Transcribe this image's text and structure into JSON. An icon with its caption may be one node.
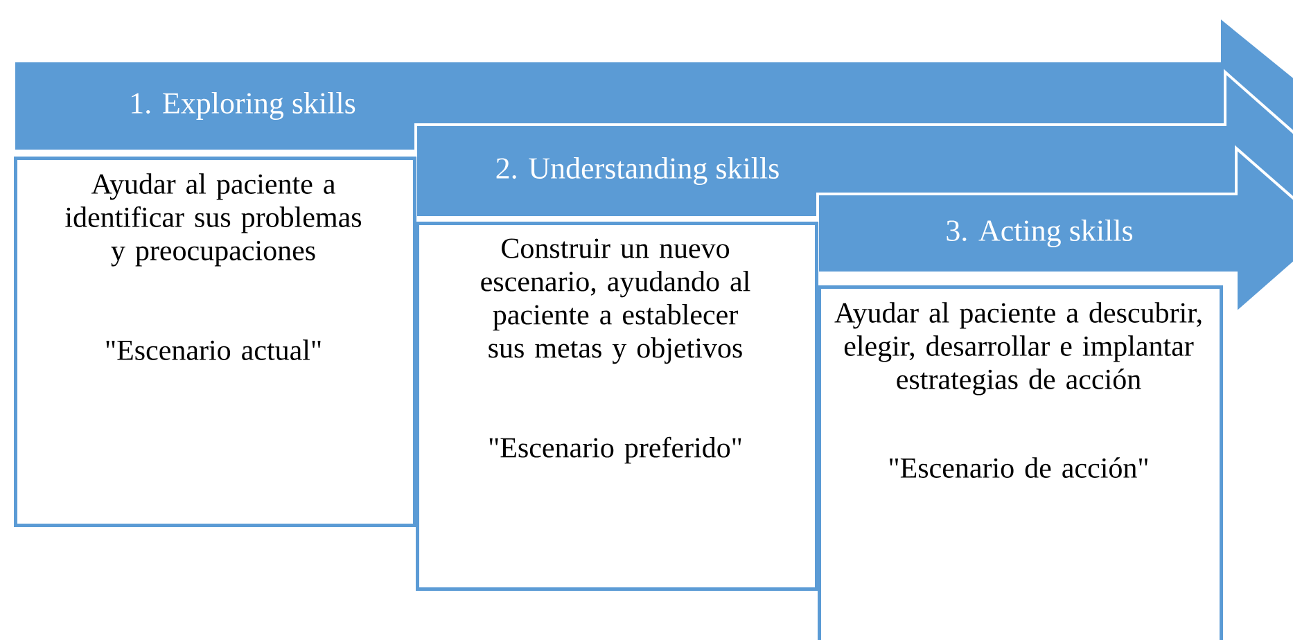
{
  "diagram": {
    "nodes": [
      {
        "text": [
          "1. Exploring skills"
        ]
      },
      {
        "text": [
          "2. Understanding skills"
        ]
      },
      {
        "text": [
          "3. Acting skills"
        ]
      },
      {
        "text": [
          "Ayudar al paciente a identificar sus problemas y preocupaciones",
          "\"Escenario actual\""
        ]
      },
      {
        "text": [
          "Construir un nuevo escenario, ayudando al paciente a establecer sus metas y objetivos",
          "\"Escenario preferido\""
        ]
      },
      {
        "text": [
          "Ayudar al paciente a descubrir, elegir, desarrollar e implantar estrategias de acción",
          "\"Escenario de acción\""
        ]
      }
    ]
  }
}
